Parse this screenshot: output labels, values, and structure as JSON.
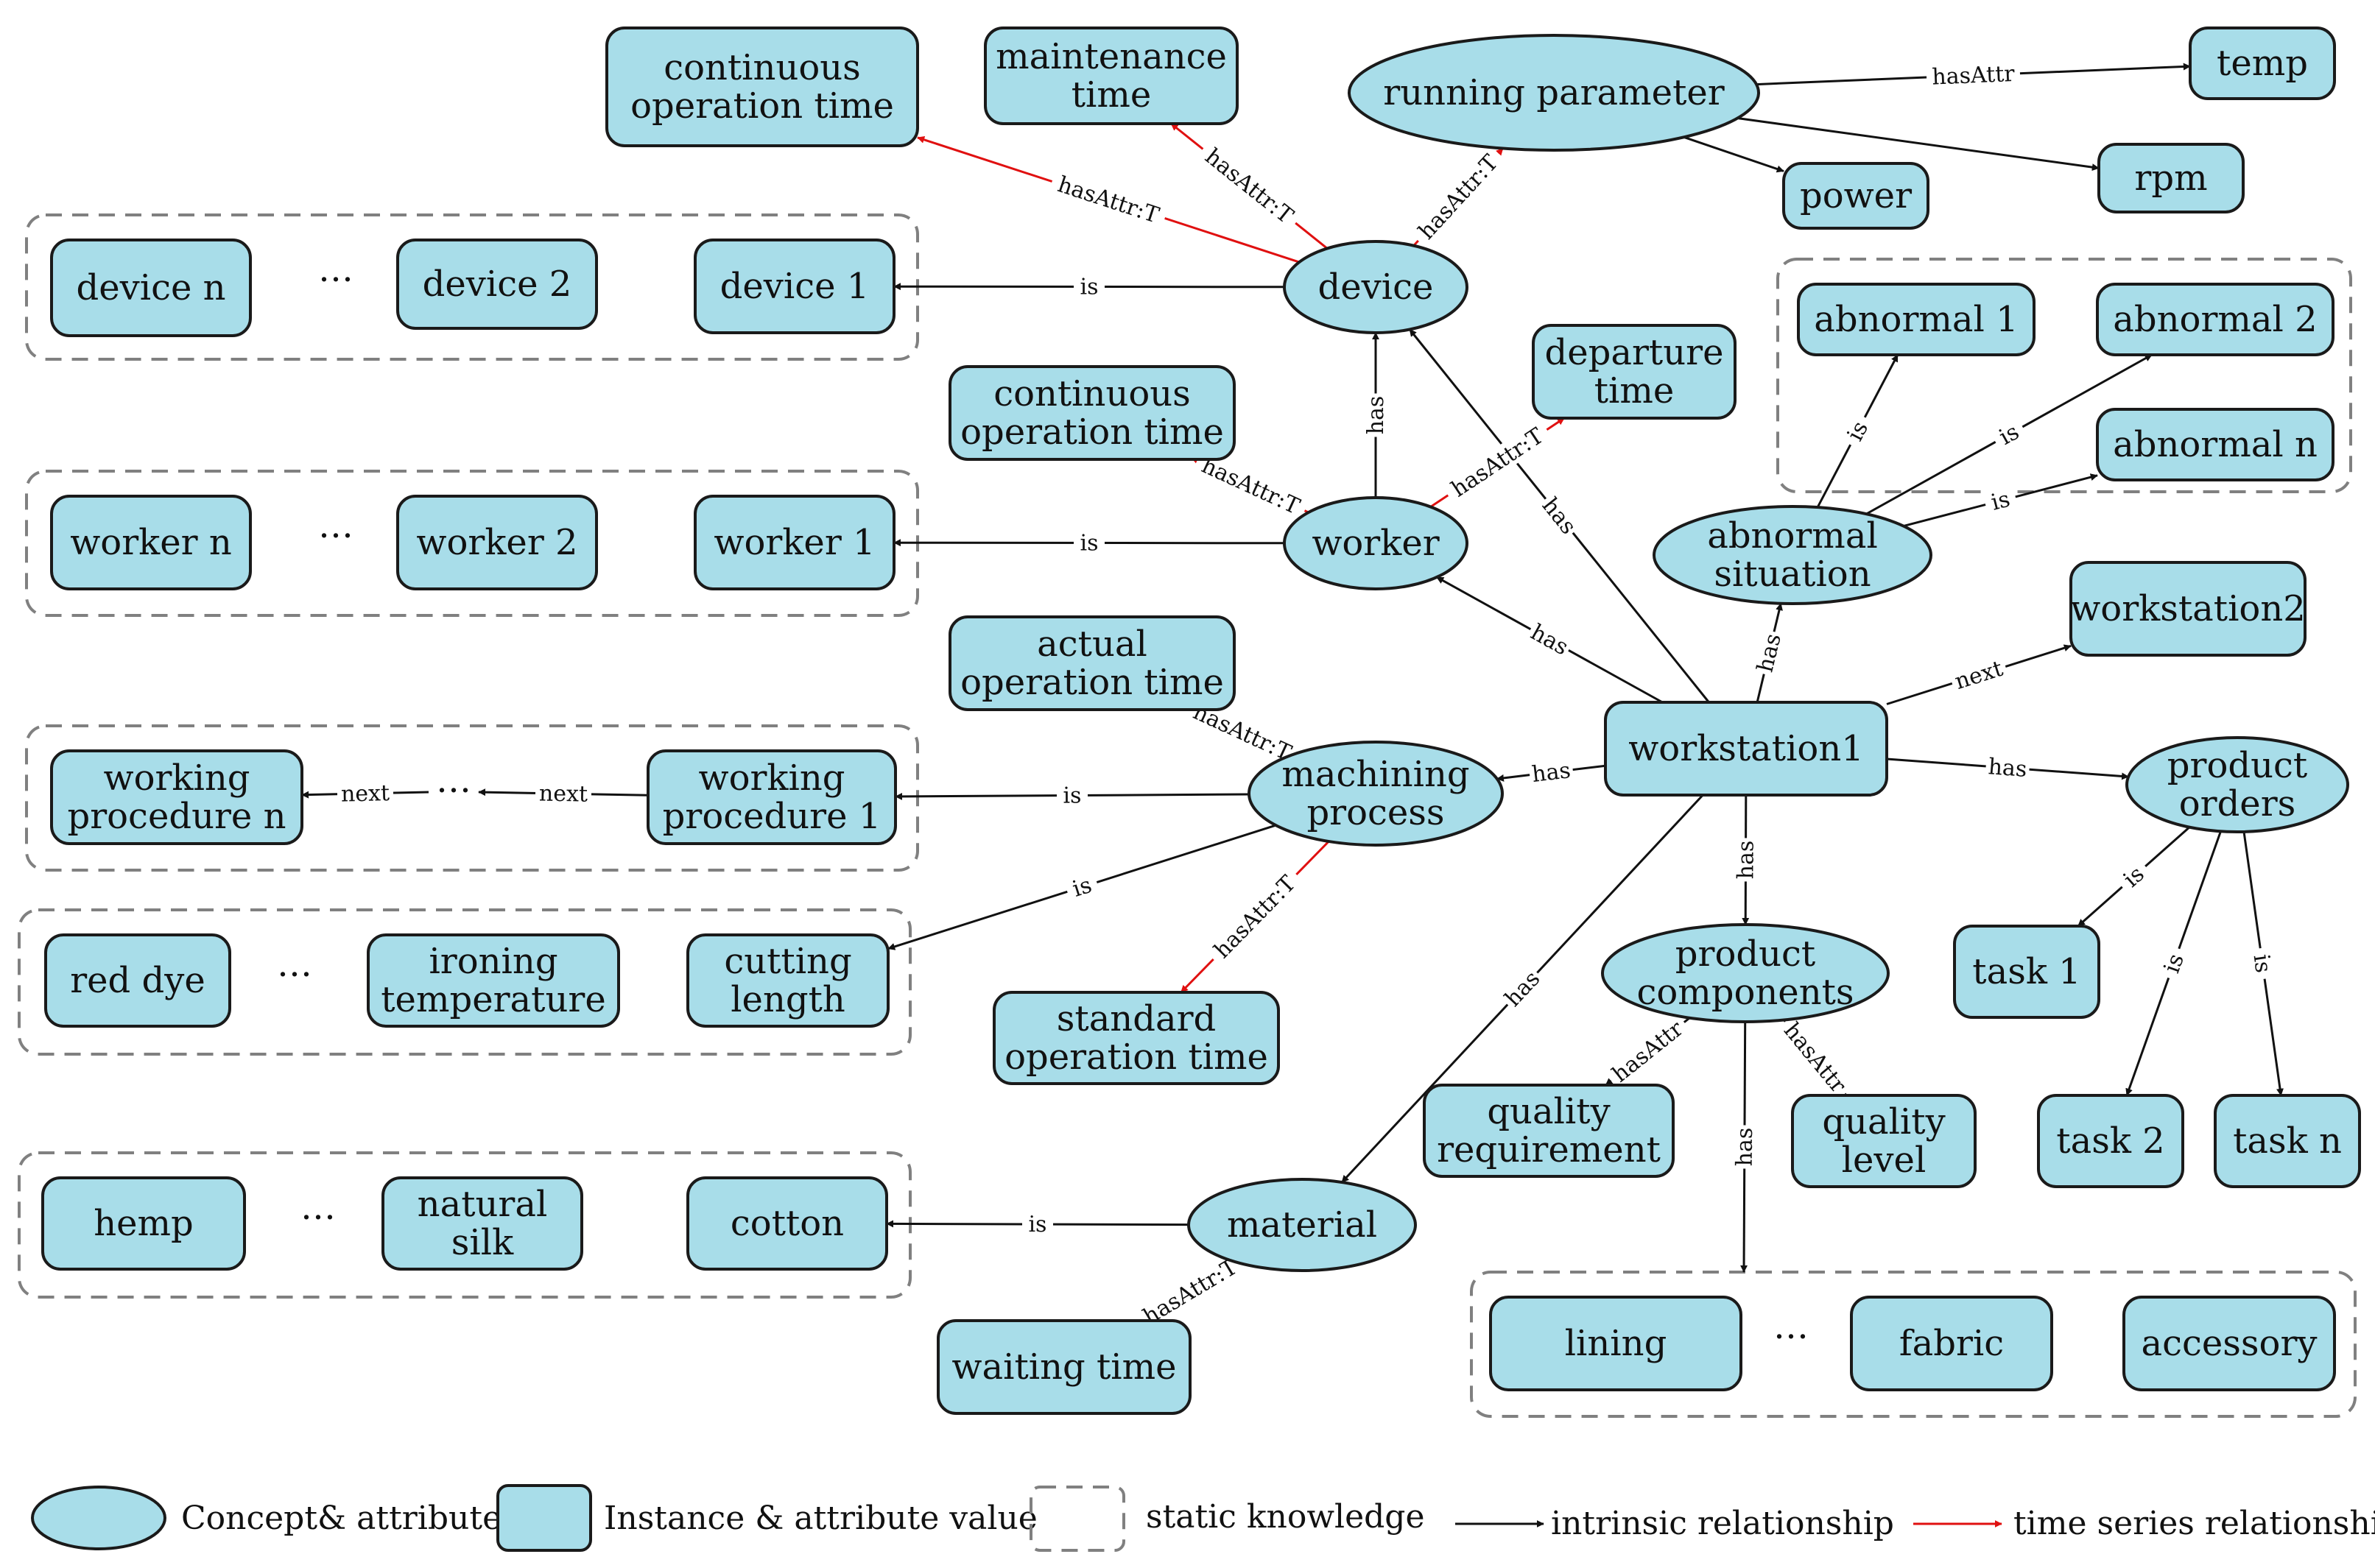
{
  "nodes": [
    {
      "id": "continuous_op_time_1",
      "lines": [
        "continuous",
        "operation time"
      ],
      "kind": "instance"
    },
    {
      "id": "maintenance_time",
      "lines": [
        "maintenance",
        "time"
      ],
      "kind": "instance"
    },
    {
      "id": "running_parameter",
      "lines": [
        "running parameter"
      ],
      "kind": "concept"
    },
    {
      "id": "temp",
      "lines": [
        "temp"
      ],
      "kind": "instance"
    },
    {
      "id": "power",
      "lines": [
        "power"
      ],
      "kind": "instance"
    },
    {
      "id": "rpm",
      "lines": [
        "rpm"
      ],
      "kind": "instance"
    },
    {
      "id": "device_n",
      "lines": [
        "device n"
      ],
      "kind": "instance"
    },
    {
      "id": "device_2",
      "lines": [
        "device 2"
      ],
      "kind": "instance"
    },
    {
      "id": "device_1",
      "lines": [
        "device 1"
      ],
      "kind": "instance"
    },
    {
      "id": "device",
      "lines": [
        "device"
      ],
      "kind": "concept"
    },
    {
      "id": "abnormal_1",
      "lines": [
        "abnormal  1"
      ],
      "kind": "instance"
    },
    {
      "id": "abnormal_2",
      "lines": [
        "abnormal  2"
      ],
      "kind": "instance"
    },
    {
      "id": "abnormal_n",
      "lines": [
        "abnormal  n"
      ],
      "kind": "instance"
    },
    {
      "id": "continuous_op_time_2",
      "lines": [
        "continuous",
        "operation time"
      ],
      "kind": "instance"
    },
    {
      "id": "departure_time",
      "lines": [
        "departure",
        "time"
      ],
      "kind": "instance"
    },
    {
      "id": "worker_n",
      "lines": [
        "worker  n"
      ],
      "kind": "instance"
    },
    {
      "id": "worker_2",
      "lines": [
        "worker 2"
      ],
      "kind": "instance"
    },
    {
      "id": "worker_1",
      "lines": [
        "worker 1"
      ],
      "kind": "instance"
    },
    {
      "id": "worker",
      "lines": [
        "worker"
      ],
      "kind": "concept"
    },
    {
      "id": "abnormal_situation",
      "lines": [
        "abnormal",
        "situation"
      ],
      "kind": "concept"
    },
    {
      "id": "workstation2",
      "lines": [
        "workstation2"
      ],
      "kind": "instance"
    },
    {
      "id": "actual_op_time",
      "lines": [
        "actual",
        "operation time"
      ],
      "kind": "instance"
    },
    {
      "id": "workstation1",
      "lines": [
        "workstation1"
      ],
      "kind": "instance"
    },
    {
      "id": "working_procedure_n",
      "lines": [
        "working",
        "procedure n"
      ],
      "kind": "instance"
    },
    {
      "id": "working_procedure_1",
      "lines": [
        "working",
        "procedure 1"
      ],
      "kind": "instance"
    },
    {
      "id": "machining_process",
      "lines": [
        "machining",
        "process"
      ],
      "kind": "concept"
    },
    {
      "id": "product_orders",
      "lines": [
        "product",
        "orders"
      ],
      "kind": "concept"
    },
    {
      "id": "red_dye",
      "lines": [
        "red dye"
      ],
      "kind": "instance"
    },
    {
      "id": "ironing_temperature",
      "lines": [
        "ironing",
        "temperature"
      ],
      "kind": "instance"
    },
    {
      "id": "cutting_length",
      "lines": [
        "cutting",
        "length"
      ],
      "kind": "instance"
    },
    {
      "id": "product_components",
      "lines": [
        "product",
        "components"
      ],
      "kind": "concept"
    },
    {
      "id": "task_1",
      "lines": [
        "task 1"
      ],
      "kind": "instance"
    },
    {
      "id": "standard_op_time",
      "lines": [
        "standard",
        "operation time"
      ],
      "kind": "instance"
    },
    {
      "id": "quality_requirement",
      "lines": [
        "quality",
        "requirement"
      ],
      "kind": "instance"
    },
    {
      "id": "quality_level",
      "lines": [
        "quality",
        "level"
      ],
      "kind": "instance"
    },
    {
      "id": "task_2",
      "lines": [
        "task 2"
      ],
      "kind": "instance"
    },
    {
      "id": "task_n",
      "lines": [
        "task  n"
      ],
      "kind": "instance"
    },
    {
      "id": "hemp",
      "lines": [
        "hemp"
      ],
      "kind": "instance"
    },
    {
      "id": "natural_silk",
      "lines": [
        "natural",
        "silk"
      ],
      "kind": "instance"
    },
    {
      "id": "cotton",
      "lines": [
        "cotton"
      ],
      "kind": "instance"
    },
    {
      "id": "material",
      "lines": [
        "material"
      ],
      "kind": "concept"
    },
    {
      "id": "waiting_time",
      "lines": [
        "waiting time"
      ],
      "kind": "instance"
    },
    {
      "id": "lining",
      "lines": [
        "lining"
      ],
      "kind": "instance"
    },
    {
      "id": "fabric",
      "lines": [
        "fabric"
      ],
      "kind": "instance"
    },
    {
      "id": "accessory",
      "lines": [
        "accessory"
      ],
      "kind": "instance"
    }
  ],
  "ellipses": [
    "…",
    "…",
    "…",
    "…",
    "…",
    "…"
  ],
  "edges": [
    {
      "from": "device",
      "to": "continuous_op_time_1",
      "label": "hasAttr:T",
      "type": "time_series"
    },
    {
      "from": "device",
      "to": "maintenance_time",
      "label": "hasAttr:T",
      "type": "time_series"
    },
    {
      "from": "device",
      "to": "running_parameter",
      "label": "hasAttr:T",
      "type": "time_series"
    },
    {
      "from": "running_parameter",
      "to": "temp",
      "label": "hasAttr",
      "type": "intrinsic"
    },
    {
      "from": "running_parameter",
      "to": "power",
      "label": "",
      "type": "intrinsic"
    },
    {
      "from": "running_parameter",
      "to": "rpm",
      "label": "",
      "type": "intrinsic"
    },
    {
      "from": "device",
      "to": "device_1",
      "label": "is",
      "type": "intrinsic"
    },
    {
      "from": "worker",
      "to": "device",
      "label": "has",
      "type": "intrinsic"
    },
    {
      "from": "worker",
      "to": "continuous_op_time_2",
      "label": "hasAttr:T",
      "type": "time_series"
    },
    {
      "from": "worker",
      "to": "departure_time",
      "label": "hasAttr:T",
      "type": "time_series"
    },
    {
      "from": "worker",
      "to": "worker_1",
      "label": "is",
      "type": "intrinsic"
    },
    {
      "from": "workstation1",
      "to": "device",
      "label": "has",
      "type": "intrinsic"
    },
    {
      "from": "workstation1",
      "to": "worker",
      "label": "has",
      "type": "intrinsic"
    },
    {
      "from": "abnormal_situation",
      "to": "abnormal_1",
      "label": "is",
      "type": "intrinsic"
    },
    {
      "from": "abnormal_situation",
      "to": "abnormal_2",
      "label": "is",
      "type": "intrinsic"
    },
    {
      "from": "abnormal_situation",
      "to": "abnormal_n",
      "label": "is",
      "type": "intrinsic"
    },
    {
      "from": "workstation1",
      "to": "abnormal_situation",
      "label": "has",
      "type": "intrinsic"
    },
    {
      "from": "workstation1",
      "to": "workstation2",
      "label": "next",
      "type": "intrinsic"
    },
    {
      "from": "workstation1",
      "to": "machining_process",
      "label": "has",
      "type": "intrinsic"
    },
    {
      "from": "workstation1",
      "to": "product_orders",
      "label": "has",
      "type": "intrinsic"
    },
    {
      "from": "workstation1",
      "to": "product_components",
      "label": "has",
      "type": "intrinsic"
    },
    {
      "from": "workstation1",
      "to": "material",
      "label": "has",
      "type": "intrinsic"
    },
    {
      "from": "machining_process",
      "to": "actual_op_time",
      "label": "hasAttr:T",
      "type": "time_series"
    },
    {
      "from": "machining_process",
      "to": "working_procedure_1",
      "label": "is",
      "type": "intrinsic"
    },
    {
      "from": "working_procedure_1",
      "to": "ellipsis_wp",
      "label": "next",
      "type": "intrinsic"
    },
    {
      "from": "ellipsis_wp",
      "to": "working_procedure_n",
      "label": "next",
      "type": "intrinsic"
    },
    {
      "from": "machining_process",
      "to": "cutting_length",
      "label": "is",
      "type": "intrinsic"
    },
    {
      "from": "machining_process",
      "to": "standard_op_time",
      "label": "hasAttr:T",
      "type": "time_series"
    },
    {
      "from": "product_orders",
      "to": "task_1",
      "label": "is",
      "type": "intrinsic"
    },
    {
      "from": "product_orders",
      "to": "task_2",
      "label": "is",
      "type": "intrinsic"
    },
    {
      "from": "product_orders",
      "to": "task_n",
      "label": "is",
      "type": "intrinsic"
    },
    {
      "from": "product_components",
      "to": "quality_requirement",
      "label": "hasAttr",
      "type": "intrinsic"
    },
    {
      "from": "product_components",
      "to": "quality_level",
      "label": "hasAttr",
      "type": "intrinsic"
    },
    {
      "from": "product_components",
      "to": "components_group",
      "label": "has",
      "type": "intrinsic"
    },
    {
      "from": "material",
      "to": "cotton",
      "label": "is",
      "type": "intrinsic"
    },
    {
      "from": "material",
      "to": "waiting_time",
      "label": "hasAttr:T",
      "type": "time_series"
    }
  ],
  "legend": {
    "concept": "Concept& attribute",
    "instance": "Instance & attribute value",
    "static": "static knowledge",
    "intrinsic": "intrinsic relationship",
    "time_series": "time series relationship"
  },
  "colors": {
    "node_fill": "#a8dde9",
    "node_stroke": "#1a1a1a",
    "intrinsic": "#111111",
    "time_series": "#e01010",
    "static_border": "#808080"
  }
}
